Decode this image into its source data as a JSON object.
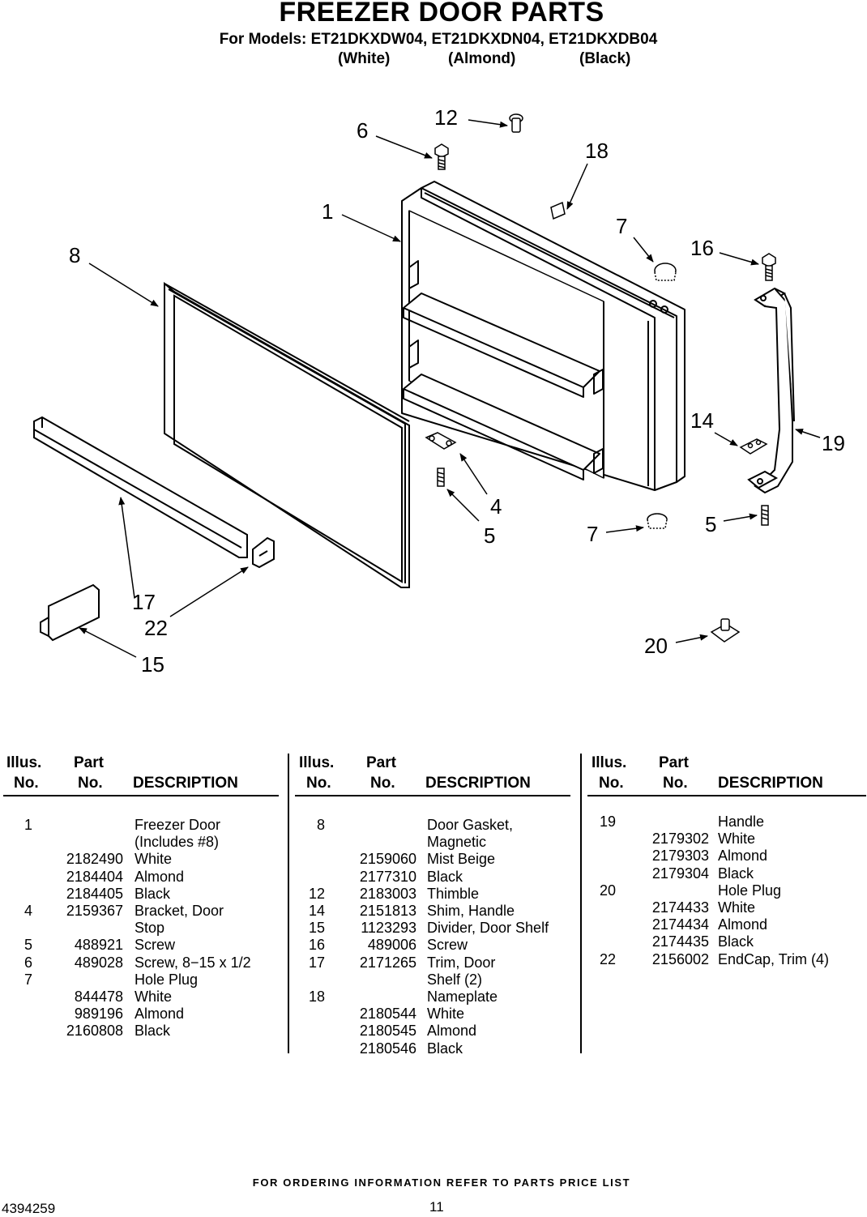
{
  "header": {
    "title": "FREEZER DOOR PARTS",
    "models": "For Models: ET21DKXDW04, ET21DKXDN04, ET21DKXDB04",
    "colors": [
      "(White)",
      "(Almond)",
      "(Black)"
    ]
  },
  "callouts": [
    "12",
    "6",
    "18",
    "1",
    "7",
    "16",
    "8",
    "14",
    "19",
    "4",
    "5",
    "7",
    "5",
    "17",
    "22",
    "15",
    "20"
  ],
  "table_headers": {
    "illus_line1": "Illus.",
    "illus_line2": "No.",
    "part_line1": "Part",
    "part_line2": "No.",
    "description": "DESCRIPTION"
  },
  "parts_columns": [
    [
      {
        "illus": "1",
        "part": "",
        "desc": "Freezer Door"
      },
      {
        "illus": "",
        "part": "",
        "desc": "(Includes #8)"
      },
      {
        "illus": "",
        "part": "2182490",
        "desc": "White"
      },
      {
        "illus": "",
        "part": "2184404",
        "desc": "Almond"
      },
      {
        "illus": "",
        "part": "2184405",
        "desc": "Black"
      },
      {
        "illus": "4",
        "part": "2159367",
        "desc": "Bracket, Door"
      },
      {
        "illus": "",
        "part": "",
        "desc": "Stop"
      },
      {
        "illus": "5",
        "part": "488921",
        "desc": "Screw"
      },
      {
        "illus": "6",
        "part": "489028",
        "desc": "Screw, 8−15 x 1/2"
      },
      {
        "illus": "7",
        "part": "",
        "desc": "Hole Plug"
      },
      {
        "illus": "",
        "part": "844478",
        "desc": "White"
      },
      {
        "illus": "",
        "part": "989196",
        "desc": "Almond"
      },
      {
        "illus": "",
        "part": "2160808",
        "desc": "Black"
      }
    ],
    [
      {
        "illus": "8",
        "part": "",
        "desc": "Door Gasket,"
      },
      {
        "illus": "",
        "part": "",
        "desc": "Magnetic"
      },
      {
        "illus": "",
        "part": "2159060",
        "desc": "Mist Beige"
      },
      {
        "illus": "",
        "part": "2177310",
        "desc": "Black"
      },
      {
        "illus": "12",
        "part": "2183003",
        "desc": "Thimble"
      },
      {
        "illus": "14",
        "part": "2151813",
        "desc": "Shim, Handle"
      },
      {
        "illus": "15",
        "part": "1123293",
        "desc": "Divider, Door Shelf"
      },
      {
        "illus": "16",
        "part": "489006",
        "desc": "Screw"
      },
      {
        "illus": "17",
        "part": "2171265",
        "desc": "Trim, Door"
      },
      {
        "illus": "",
        "part": "",
        "desc": "Shelf (2)"
      },
      {
        "illus": "18",
        "part": "",
        "desc": "Nameplate"
      },
      {
        "illus": "",
        "part": "2180544",
        "desc": "White"
      },
      {
        "illus": "",
        "part": "2180545",
        "desc": "Almond"
      },
      {
        "illus": "",
        "part": "2180546",
        "desc": "Black"
      }
    ],
    [
      {
        "illus": "19",
        "part": "",
        "desc": "Handle"
      },
      {
        "illus": "",
        "part": "2179302",
        "desc": "White"
      },
      {
        "illus": "",
        "part": "2179303",
        "desc": "Almond"
      },
      {
        "illus": "",
        "part": "2179304",
        "desc": "Black"
      },
      {
        "illus": "20",
        "part": "",
        "desc": "Hole Plug"
      },
      {
        "illus": "",
        "part": "2174433",
        "desc": "White"
      },
      {
        "illus": "",
        "part": "2174434",
        "desc": "Almond"
      },
      {
        "illus": "",
        "part": "2174435",
        "desc": "Black"
      },
      {
        "illus": "22",
        "part": "2156002",
        "desc": "EndCap, Trim (4)"
      }
    ]
  ],
  "footer": {
    "ordering_note": "FOR ORDERING INFORMATION REFER TO PARTS PRICE LIST",
    "doc_number": "4394259",
    "page_number": "11"
  }
}
